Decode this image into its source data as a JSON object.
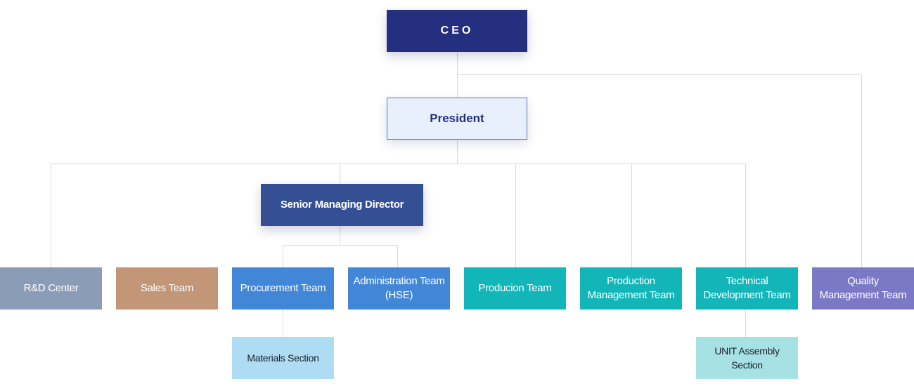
{
  "org_chart": {
    "ceo": "CEO",
    "president": "President",
    "senior_managing_director": "Senior Managing Director",
    "teams": [
      {
        "key": "rd-center",
        "label": [
          "R&D Center"
        ],
        "color": "#8b9db6"
      },
      {
        "key": "sales-team",
        "label": [
          "Sales Team"
        ],
        "color": "#c29676"
      },
      {
        "key": "procurement-team",
        "label": [
          "Procurement Team"
        ],
        "color": "#4286d8"
      },
      {
        "key": "administration-team",
        "label": [
          "Administration Team",
          "(HSE)"
        ],
        "color": "#4286d8"
      },
      {
        "key": "producion-team",
        "label": [
          "Producion Team"
        ],
        "color": "#12b5b8"
      },
      {
        "key": "production-management-team",
        "label": [
          "Production",
          "Management Team"
        ],
        "color": "#12b5b8"
      },
      {
        "key": "technical-development-team",
        "label": [
          "Technical",
          "Development Team"
        ],
        "color": "#12b5b8"
      },
      {
        "key": "quality-management-team",
        "label": [
          "Quality",
          "Management Team"
        ],
        "color": "#7b79c6"
      }
    ],
    "sub_units": [
      {
        "key": "materials-section",
        "label": [
          "Materials Section"
        ],
        "color": "#aedcf2"
      },
      {
        "key": "unit-assembly-section",
        "label": [
          "UNIT Assembly",
          "Section"
        ],
        "color": "#a6e2e4"
      }
    ],
    "colors": {
      "ceo": "#24307f",
      "president_fill": "#e8f0fd",
      "senior_managing_director": "#344f93",
      "connector": "#d6d9de"
    }
  }
}
